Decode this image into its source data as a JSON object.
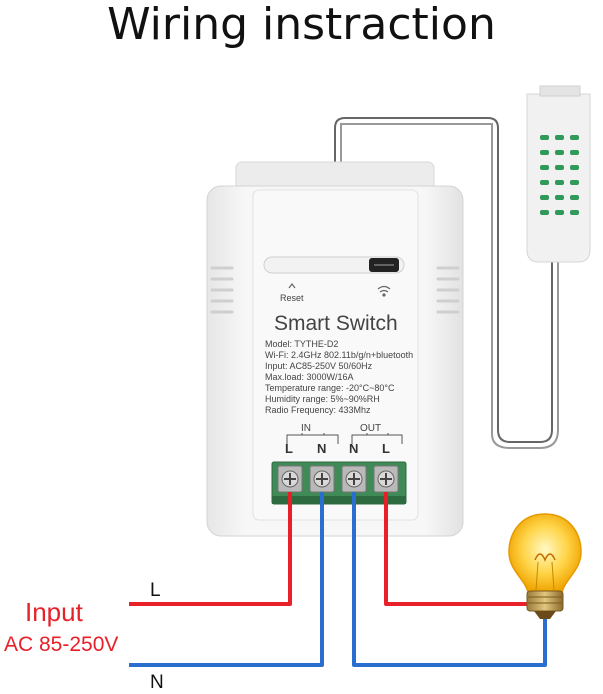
{
  "title": "Wiring instraction",
  "input_label": "Input",
  "input_voltage": "AC 85-250V",
  "wire_l_label": "L",
  "wire_n_label": "N",
  "device": {
    "name": "Smart Switch",
    "reset_label": "Reset",
    "specs": [
      "Model: TYTHE-D2",
      "Wi-Fi: 2.4GHz 802.11b/g/n+bluetooth",
      "Input: AC85-250V 50/60Hz",
      "Max.load: 3000W/16A",
      "Temperature range: -20°C~80°C",
      "Humidity range: 5%~90%RH",
      "Radio Frequency: 433Mhz"
    ],
    "in_label": "IN",
    "out_label": "OUT",
    "terminals": [
      "L",
      "N",
      "N",
      "L"
    ]
  },
  "colors": {
    "live_wire": "#e8202a",
    "neutral_wire": "#2a6fd0",
    "terminal_block": "#3f8a56",
    "housing": "#f4f4f4"
  }
}
